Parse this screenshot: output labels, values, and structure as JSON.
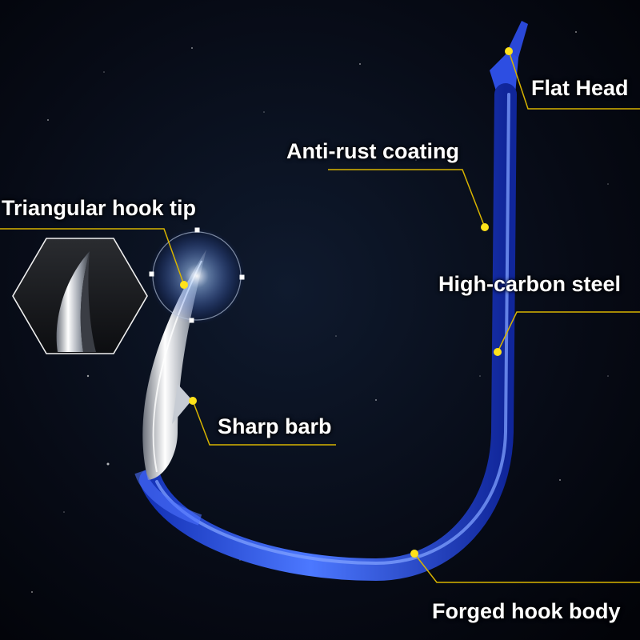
{
  "labels": {
    "flat_head": "Flat Head",
    "anti_rust": "Anti-rust coating",
    "hook_tip": "Triangular hook tip",
    "high_carbon": "High-carbon steel",
    "barb": "Sharp barb",
    "forged_body": "Forged hook body"
  },
  "colors": {
    "background": "#05070f",
    "hook_blue": "#1f3fd8",
    "hook_blue_light": "#5f86ff",
    "steel": "#d7dae0",
    "leader": "#d8b400",
    "dot": "#ffe21a",
    "label_text": "#ffffff"
  }
}
